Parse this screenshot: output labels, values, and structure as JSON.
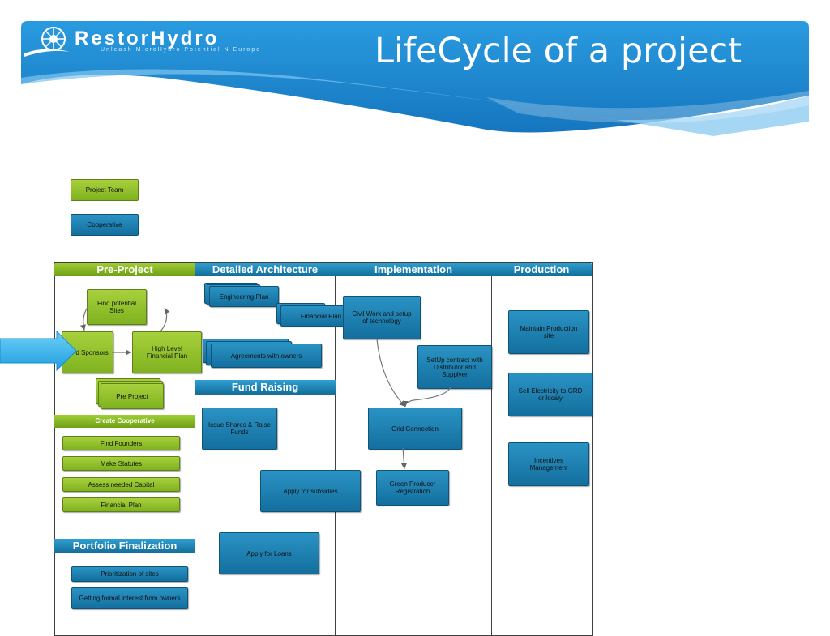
{
  "header": {
    "logo_text": "RestorHydro",
    "logo_tagline": "Unleash MicroHydro Potential N Europe",
    "title": "LifeCycle of a project"
  },
  "legend": {
    "project_team": "Project Team",
    "cooperative": "Cooperative"
  },
  "lanes": {
    "pre_project": "Pre-Project",
    "detailed_architecture": "Detailed Architecture",
    "implementation": "Implementation",
    "production": "Production",
    "fund_raising": "Fund Raising",
    "portfolio_finalization": "Portfolio Finalization"
  },
  "pre_project": {
    "find_sites": "Find potential Sites",
    "find_sponsors": "Find Sponsors",
    "financial_plan": "High Level Financial Plan",
    "pre_project_doc": "Pre Project"
  },
  "create_cooperative": {
    "title": "Create Cooperative",
    "items": [
      "Find Founders",
      "Make Statutes",
      "Assess needed Capital",
      "Financial Plan"
    ]
  },
  "portfolio": {
    "items": [
      "Prioritization of sites",
      "Getting formal interest from owners"
    ]
  },
  "detailed_architecture": {
    "engineering_plan": "Engineering Plan",
    "financial_plan": "Financial Plan",
    "agreements": "Agreements with owners"
  },
  "fund_raising": {
    "issue_shares": "Issue Shares & Raise Funds",
    "subsidies": "Apply for subsidies",
    "loans": "Apply for Loans"
  },
  "implementation": {
    "civil_work": "Civil Work and setup of technology",
    "setup_contract": "SetUp contract with Distributor and Supplyer",
    "grid_connection": "Grid Connection",
    "green_producer": "Green Producer Registration"
  },
  "production": {
    "maintain": "Maintain Production site",
    "sell": "Sell Electricity to GRD or localy",
    "incentives": "Incentives Management"
  },
  "colors": {
    "header_blue": "#1f8fd8",
    "green": "#8dc12b",
    "teal": "#1a7fae"
  }
}
